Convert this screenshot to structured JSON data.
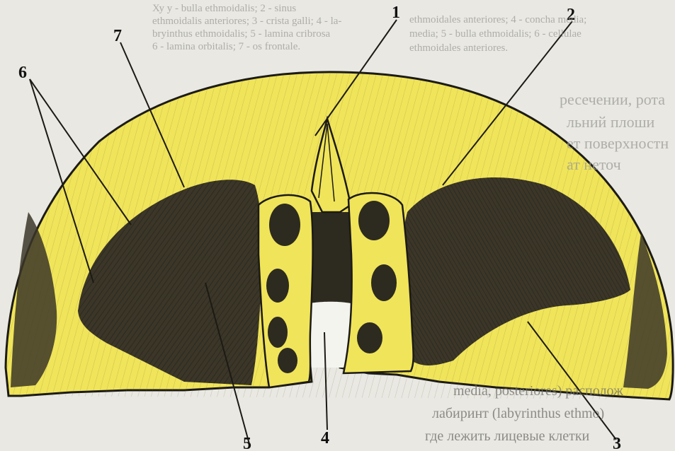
{
  "labels": {
    "l1": "1",
    "l2": "2",
    "l3": "3",
    "l4": "4",
    "l5": "5",
    "l6": "6",
    "l7": "7"
  },
  "background_text": {
    "top_left_1": "Ху у - bulla ethmoidalis; 2 - sinus",
    "top_left_2": "ethmoidalis anteriores; 3 - crista galli; 4 - la-",
    "top_left_3": "bryinthus ethmoidalis; 5 - lamina cribrosa",
    "top_left_4": "6 - lamina orbitalis; 7 - os frontale.",
    "top_right_1": "ethmoidales anteriores; 4 - concha media;",
    "top_right_2": "media; 5 - bulla ethmoidalis; 6 - cellulae",
    "top_right_3": "ethmoidales anteriores.",
    "right_1": "ресечении, рота",
    "right_2": "льний плоши",
    "right_3": "ет поверхностн",
    "right_4": "ат неточ",
    "bottom_right_1": "media, posteriores) располож",
    "bottom_right_2": "лабиринт (labyrinthus ethmo)",
    "bottom_right_3": "где лежить лицевые клетки"
  },
  "colors": {
    "bone": "#f0e45a",
    "bone_light": "#f6ec82",
    "ink": "#1c1a14",
    "cavity": "#3b3628",
    "background": "#e9e8e2"
  }
}
